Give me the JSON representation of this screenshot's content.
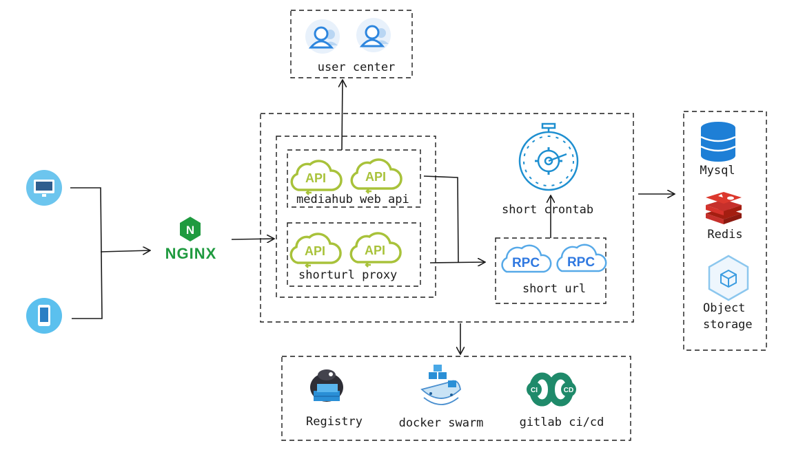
{
  "clients": {
    "desktop_icon": "desktop-monitor",
    "mobile_icon": "mobile-phone"
  },
  "nginx": {
    "logo_text": "NGINX",
    "badge_letter": "N",
    "color": "#1f9a3f"
  },
  "user_center": {
    "label": "user center",
    "icon": "user-avatar"
  },
  "gateway": {
    "mediahub": {
      "label": "mediahub web api",
      "icon": "api-cloud"
    },
    "shorturl": {
      "label": "shorturl proxy",
      "icon": "api-cloud"
    }
  },
  "services": {
    "crontab": {
      "label": "short crontab",
      "icon": "stopwatch-gear"
    },
    "short_url": {
      "label": "short url",
      "icon_text": "RPC"
    }
  },
  "storage": {
    "mysql": "Mysql",
    "redis": "Redis",
    "object_storage_line1": "Object",
    "object_storage_line2": "storage"
  },
  "infra": {
    "registry": "Registry",
    "docker": "docker swarm",
    "gitlab": "gitlab ci/cd",
    "ci_text": "CI",
    "cd_text": "CD"
  },
  "colors": {
    "api_green": "#a8c23a",
    "rpc_blue": "#2f78e0",
    "user_blue": "#2e86de",
    "client_blue": "#6cc5ee",
    "mysql_blue": "#1e7fd6",
    "redis_red": "#d6322b",
    "gitlab_teal": "#1f8a6a"
  }
}
